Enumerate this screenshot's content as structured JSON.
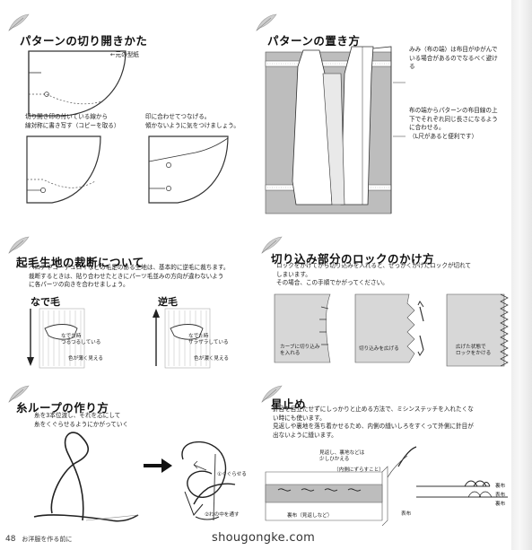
{
  "sections": {
    "kirihiraki": {
      "title": "パターンの切り開きかた",
      "original_label": "←元の型紙",
      "step1": "切り開き印の付いている線から\n線対称に書き写す（コピーを取る）",
      "step2": "印に合わせてつなげる。\n傾かないように気をつけましょう。"
    },
    "okikata": {
      "title": "パターンの置き方",
      "note1": "みみ（布の端）は布目がゆがんで\nいる場合があるのでなるべく避け\nる",
      "note2": "布の端からパターンの布目線の上\n下でそれぞれ同じ長さになるよう\nに合わせる。\n（L尺があると便利です）"
    },
    "kemo": {
      "title": "起毛生地の裁断について",
      "body": "ベロアやコーデュロイなどの毛足のある生地は、基本的に逆毛に裁ちます。\n裁断するときは、貼り合わせたときにパーツ毛並みの方向が違わないよう\nに各パーツの向きを合わせましょう。",
      "nade_label": "なで毛",
      "nade_touch": "なでた時\nつるつるしている",
      "nade_color": "色が薄く見える",
      "saka_label": "逆毛",
      "saka_touch": "なでた時\nザラザラしている",
      "saka_color": "色が濃く見える"
    },
    "lock": {
      "title": "切り込み部分のロックのかけ方",
      "body": "ロックをかけてから切り込みを入れると、せっかくかけたロックが切れて\nしまいます。\nその場合、この手順でかがってください。",
      "step1": "カーブに切り込み\nを入れる",
      "step2": "切り込みを広げる",
      "step3": "広げた状態で\nロックをかける"
    },
    "loop": {
      "title": "糸ループの作り方",
      "body": "糸を3本位渡し、それを芯にして\n糸をくぐらせるようにかがっていく",
      "arrow1": "①くぐらせる",
      "arrow2": "②わの中を通す"
    },
    "hoshi": {
      "title": "星止め",
      "body": "針目を目立たせずにしっかりと止める方法で、ミシンステッチを入れたくな\nい時にも使います。\n見返しや裏地を落ち着かせるため、内側の縫いしろをすくって外側に針目が\n出ないように縫います。",
      "note_top": "見返し、裏地などは\n少しひかえる",
      "note_inner": "（内側にずらすこと）",
      "label_back": "裏布",
      "label_front": "表布",
      "label_back2": "裏布（見返しなど）",
      "label_front2": "表布",
      "label_back3": "裏布"
    }
  },
  "footer": {
    "page_number": "48",
    "page_title": "お洋服を作る前に",
    "watermark": "shougongke.com"
  }
}
